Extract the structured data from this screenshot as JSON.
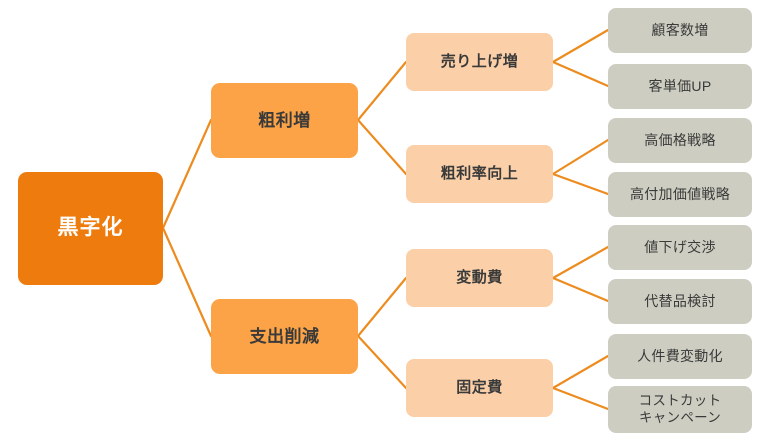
{
  "diagram": {
    "type": "logic-tree",
    "link_color": "#ED8B1E",
    "colors": {
      "root": "#ED7B0E",
      "level2": "#FBA346",
      "level3": "#FBD0A8",
      "leaf": "#CDCEC1",
      "root_text": "#FFFFFF",
      "text": "#3A3A3A",
      "background": "#FFFFFF"
    },
    "root": {
      "label": "黒字化"
    },
    "level2": [
      {
        "label": "粗利増"
      },
      {
        "label": "支出削減"
      }
    ],
    "level3": [
      {
        "label": "売り上げ増"
      },
      {
        "label": "粗利率向上"
      },
      {
        "label": "変動費"
      },
      {
        "label": "固定費"
      }
    ],
    "leaves": [
      {
        "label": "顧客数増"
      },
      {
        "label": "客単価UP"
      },
      {
        "label": "高価格戦略"
      },
      {
        "label": "高付加価値戦略"
      },
      {
        "label": "値下げ交渉"
      },
      {
        "label": "代替品検討"
      },
      {
        "label": "人件費変動化"
      },
      {
        "label": "コストカット\nキャンペーン"
      }
    ]
  }
}
